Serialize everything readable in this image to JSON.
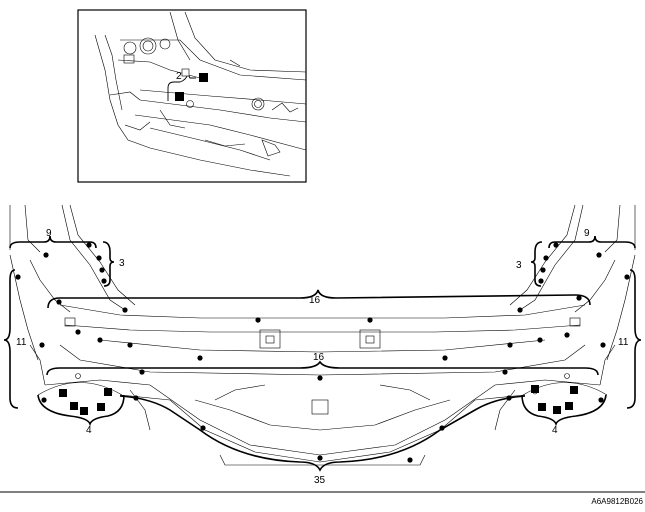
{
  "diagram": {
    "labels": {
      "inset_callout": "2",
      "top_left_group": "9",
      "top_right_group": "9",
      "upper_left_side": "3",
      "upper_right_side": "3",
      "crossmember_upper": "16",
      "crossmember_lower": "16",
      "left_side": "11",
      "right_side": "11",
      "left_wheelhouse": "4",
      "right_wheelhouse": "4",
      "rear_panel": "35"
    },
    "figure_code": "A6A9812B026"
  }
}
